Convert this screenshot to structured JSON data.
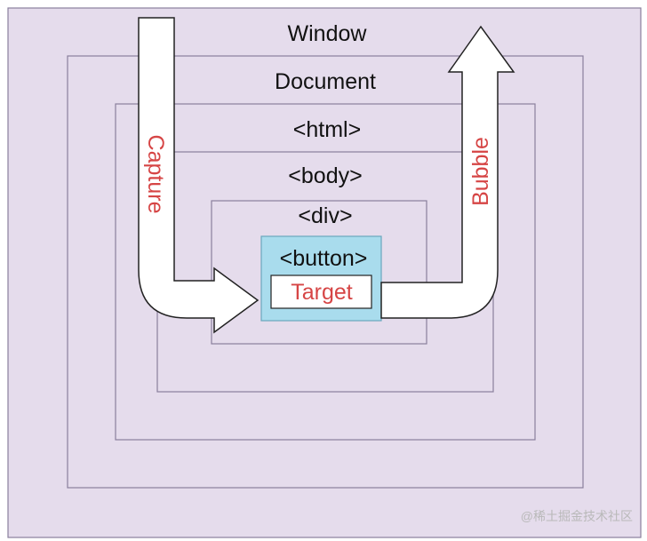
{
  "layers": {
    "window": "Window",
    "document": "Document",
    "html": "<html>",
    "body": "<body>",
    "div": "<div>",
    "button": "<button>",
    "target": "Target"
  },
  "phases": {
    "capture": "Capture",
    "bubble": "Bubble"
  },
  "watermark": "@稀土掘金技术社区",
  "colors": {
    "background": "#e5dcec",
    "border": "#8a7f9c",
    "button_fill": "#a9dced",
    "label_red": "#d64545"
  }
}
